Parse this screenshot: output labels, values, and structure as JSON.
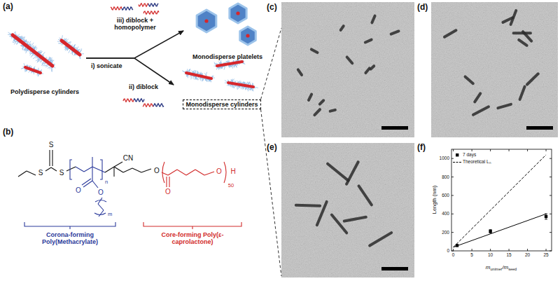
{
  "diagram": {
    "nodes": [
      {
        "text": [
          "Polydisperse cylinders"
        ]
      },
      {
        "text": [
          "Monodisperse platelets"
        ]
      },
      {
        "text": [
          "Monodisperse cylinders"
        ]
      }
    ],
    "edges": [
      {
        "from": 0,
        "to": 1,
        "arrow": "to",
        "label": "iii) diblock + homopolymer"
      },
      {
        "from": 0,
        "to": 2,
        "arrow": "to",
        "label": "ii) diblock"
      }
    ],
    "labels": [
      "(a)",
      "(b)",
      "(c)",
      "(d)",
      "(e)",
      "(f)",
      "i) sonicate",
      "Corona-forming Poly(Methacrylate)",
      "Core-forming Poly(ε-caprolactone)",
      "S",
      "S",
      "S",
      "n",
      "O",
      "O",
      "m",
      "CN",
      "O",
      "O",
      "O",
      "H",
      "50",
      "0",
      "200",
      "400",
      "600",
      "800",
      "1000",
      "0",
      "5",
      "10",
      "15",
      "20",
      "25",
      "Length (nm)",
      "m",
      "unimer",
      "/m",
      "seed"
    ],
    "legend": [
      {
        "text": "7 days"
      },
      {
        "text": "Theoretical Lₙ"
      }
    ]
  }
}
